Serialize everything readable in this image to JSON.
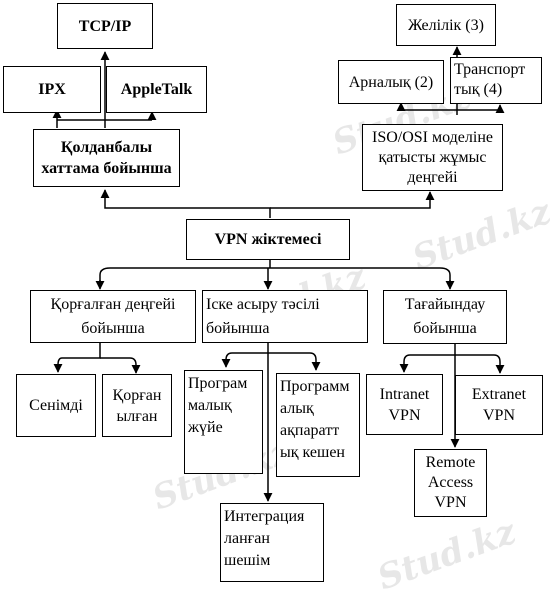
{
  "watermark": "Stud.kz",
  "nodes": {
    "tcpip": "TCP/IP",
    "ipx": "IPX",
    "appletalk": "AppleTalk",
    "protocol": "Қолданбалы\nхаттама бойынша",
    "vpn_class": "VPN жіктемесі",
    "level": "Желілік (3)",
    "channel": "Арналық (2)",
    "transport": "Транспорт\nтық (4)",
    "osi": "ISO/OSI моделіне\nқатысты жұмыс\nдеңгейі",
    "protection": "Қорғалған деңгейі\nбойынша",
    "implementation": "Іске асыру тәсілі\nбойынша",
    "purpose": "Тағайындау\nбойынша",
    "trusted": "Сенімді",
    "protected": "Қорған\nылған",
    "software": "Програм\nмалық\nжүйе",
    "software_hw": "Программ\nалық\nақпаратт\nық кешен",
    "integrated": "Интеграция\nланған\nшешім",
    "intranet": "Intranet\nVPN",
    "extranet": "Extranet\nVPN",
    "remote": "Remote\nAccess\nVPN"
  }
}
